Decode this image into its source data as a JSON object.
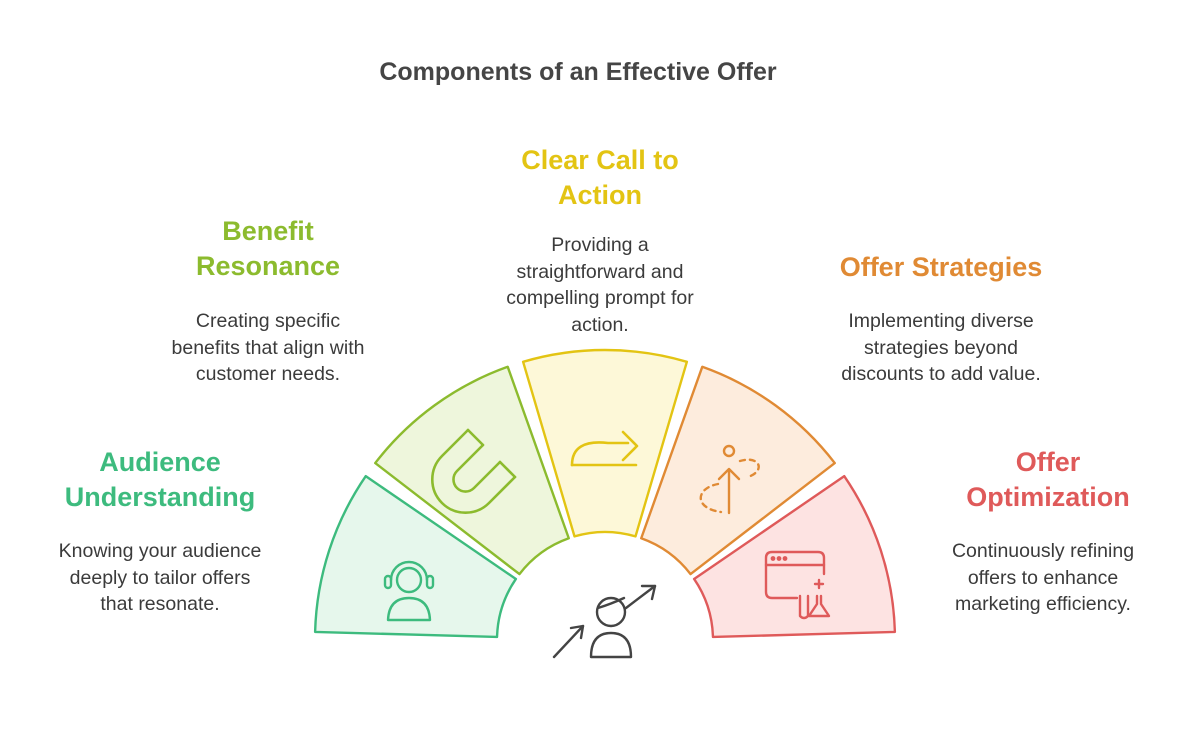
{
  "title": "Components of an Effective Offer",
  "components": [
    {
      "heading_lines": [
        "Audience",
        "Understanding"
      ],
      "description_lines": [
        "Knowing your audience",
        "deeply to tailor offers",
        "that resonate."
      ],
      "color": "#3dbb7e",
      "fill": "#e6f7ec",
      "icon": "headset-person-icon"
    },
    {
      "heading_lines": [
        "Benefit",
        "Resonance"
      ],
      "description_lines": [
        "Creating specific",
        "benefits that align with",
        "customer needs."
      ],
      "color": "#8cbb2e",
      "fill": "#eef6dc",
      "icon": "magnet-icon"
    },
    {
      "heading_lines": [
        "Clear Call to",
        "Action"
      ],
      "description_lines": [
        "Providing a",
        "straightforward and",
        "compelling prompt for",
        "action."
      ],
      "color": "#e3c413",
      "fill": "#fdf8d8",
      "icon": "redirect-arrow-icon"
    },
    {
      "heading_lines": [
        "Offer Strategies"
      ],
      "description_lines": [
        "Implementing diverse",
        "strategies beyond",
        "discounts to add value."
      ],
      "color": "#e08a34",
      "fill": "#fdecdd",
      "icon": "strategy-path-icon"
    },
    {
      "heading_lines": [
        "Offer",
        "Optimization"
      ],
      "description_lines": [
        "Continuously refining",
        "offers to enhance",
        "marketing efficiency."
      ],
      "color": "#df5a5a",
      "fill": "#fde3e2",
      "icon": "browser-flask-icon"
    }
  ],
  "center_icon": "person-growth-icon"
}
